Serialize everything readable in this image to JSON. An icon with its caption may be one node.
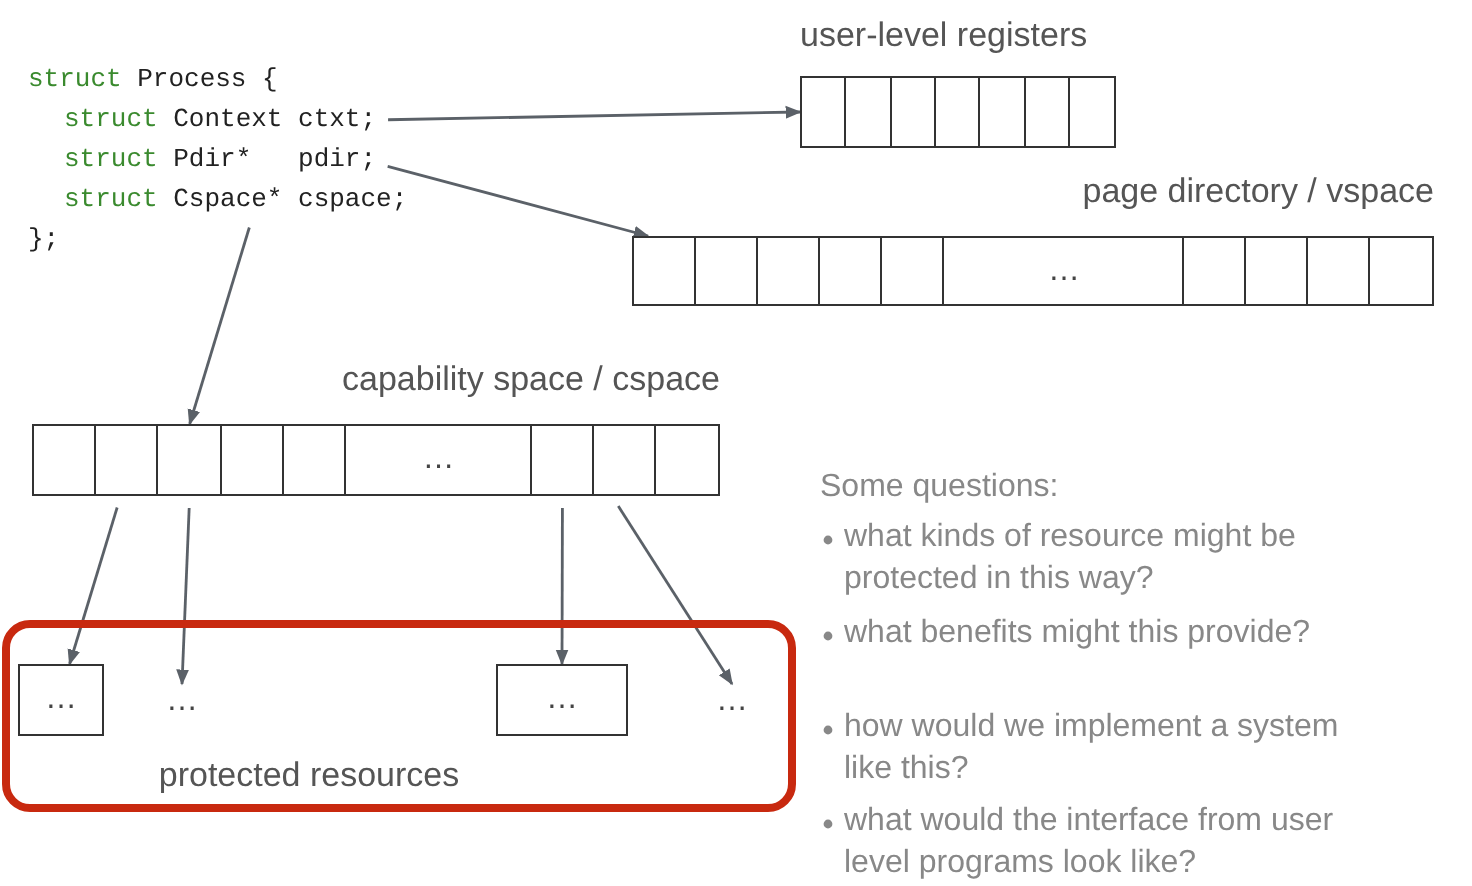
{
  "diagram": {
    "nodes": [
      {
        "text": [
          "struct",
          "Context ctxt;"
        ]
      },
      {
        "text": [
          "struct",
          "Pdir*   pdir;"
        ]
      },
      {
        "text": [
          "struct",
          "Cspace* cspace;"
        ]
      },
      {
        "text": [
          "user-level registers"
        ]
      },
      {
        "text": [
          "page directory / vspace",
          "…"
        ]
      },
      {
        "text": [
          "capability space / cspace"
        ]
      },
      {
        "text": [],
        "shape": "box",
        "in": 5
      },
      {
        "text": [],
        "shape": "box",
        "in": 5
      },
      {
        "text": [],
        "shape": "box",
        "in": 5
      },
      {
        "text": [],
        "shape": "box",
        "in": 5
      },
      {
        "text": [],
        "shape": "box",
        "in": 5
      },
      {
        "text": [
          "…"
        ],
        "in": 5
      },
      {
        "text": [],
        "shape": "box",
        "in": 5
      },
      {
        "text": [],
        "shape": "box",
        "in": 5
      },
      {
        "text": [],
        "shape": "box",
        "in": 5
      },
      {
        "text": [
          "protected resources"
        ]
      },
      {
        "text": [
          "…"
        ],
        "in": 15
      },
      {
        "text": [
          "…"
        ],
        "in": 15
      },
      {
        "text": [
          "…"
        ],
        "in": 15
      },
      {
        "text": [
          "…"
        ],
        "in": 15
      }
    ],
    "edges": [
      {
        "from": 0,
        "to": 3,
        "arrow": "to"
      },
      {
        "from": 1,
        "to": 4,
        "arrow": "to"
      },
      {
        "from": 2,
        "to": 8,
        "arrow": "to"
      },
      {
        "from": 7,
        "to": 16,
        "arrow": "to"
      },
      {
        "from": 8,
        "to": 17,
        "arrow": "to"
      },
      {
        "from": 12,
        "to": 18,
        "arrow": "to"
      },
      {
        "from": 13,
        "to": 19,
        "arrow": "to"
      }
    ],
    "labels": [
      "struct",
      "Process {",
      "};",
      "Some questions:",
      "what kinds of resource might be protected in this way?",
      "what benefits might this provide?",
      "how would we implement a system like this?",
      "what would the interface from user level programs look like?"
    ]
  }
}
